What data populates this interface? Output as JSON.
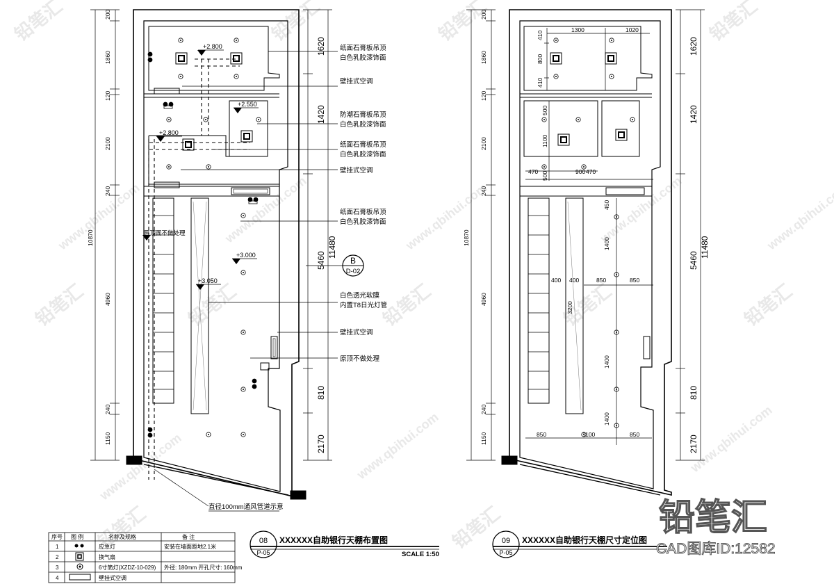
{
  "left_plan": {
    "dims_outer": [
      "200",
      "1860",
      "120",
      "2100",
      "240",
      "10870",
      "4960",
      "240",
      "1150"
    ],
    "dims_right": [
      "1620",
      "1420",
      "5460",
      "11480",
      "810",
      "2170"
    ],
    "levels": [
      "+2.800",
      "+2.550",
      "+2.800",
      "+3.000",
      "+3.050"
    ],
    "vertical_note": "原顶面不做处理",
    "callouts": [
      "纸面石膏板吊顶",
      "白色乳胶漆饰面",
      "壁挂式空调",
      "防潮石膏板吊顶",
      "白色乳胶漆饰面",
      "纸面石膏板吊顶",
      "白色乳胶漆饰面",
      "壁挂式空调",
      "纸面石膏板吊顶",
      "白色乳胶漆饰面",
      "白色透光软膜",
      "内置T8日光灯管",
      "壁挂式空调",
      "原顶不做处理"
    ],
    "section_mark": {
      "letter": "B",
      "code": "D-02"
    },
    "duct_note": "直径100mm通风管道示意"
  },
  "right_plan": {
    "dims_outer": [
      "200",
      "1860",
      "120",
      "2100",
      "240",
      "10870",
      "4960",
      "240",
      "1150"
    ],
    "dims_right": [
      "1620",
      "1420",
      "5460",
      "11480",
      "810",
      "2170"
    ],
    "inner_dims": [
      "1300",
      "1020",
      "410",
      "800",
      "410",
      "500",
      "1100",
      "500",
      "470",
      "900",
      "470",
      "450",
      "1400",
      "400",
      "400",
      "850",
      "850",
      "3200",
      "1400",
      "1400",
      "850",
      "1100",
      "850"
    ]
  },
  "legend": {
    "headers": [
      "序号",
      "图  例",
      "名称及规格",
      "备    注"
    ],
    "rows": [
      {
        "no": "1",
        "name": "应急灯",
        "note": "安装在墙面距地2.1米"
      },
      {
        "no": "2",
        "name": "换气扇",
        "note": ""
      },
      {
        "no": "3",
        "name": "6寸筒灯(XZDZ-10-029)",
        "note": "外径: 180mm 开孔尺寸: 160mm"
      },
      {
        "no": "4",
        "name": "壁挂式空调",
        "note": ""
      }
    ]
  },
  "title_blocks": [
    {
      "num": "08",
      "sheet": "P-05",
      "title": "XXXXXX自助银行天棚布置图",
      "scale": "SCALE 1:50"
    },
    {
      "num": "09",
      "sheet": "P-05",
      "title": "XXXXXX自助银行天棚尺寸定位图",
      "scale": ""
    }
  ],
  "watermark": {
    "brand": "铅笔汇",
    "site": "www.qbihui.com",
    "id": "CAD图库ID:12582"
  }
}
